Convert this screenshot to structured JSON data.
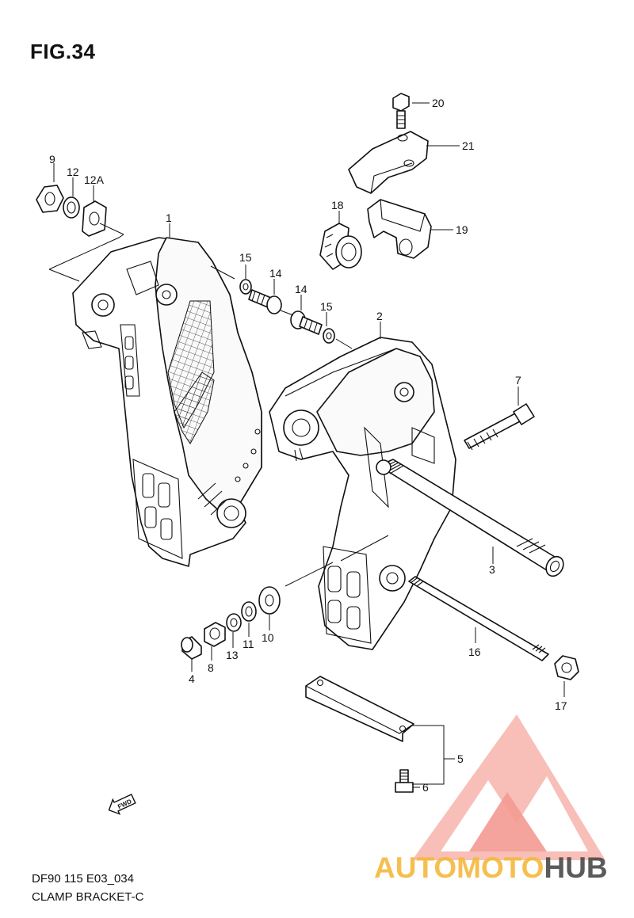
{
  "figure": {
    "title": "FIG.34"
  },
  "caption": {
    "code": "DF90 115 E03_034",
    "name": "CLAMP BRACKET-C"
  },
  "fwd_arrow": {
    "label": "FWD"
  },
  "parts": [
    {
      "id": "p1",
      "label": "1"
    },
    {
      "id": "p2",
      "label": "2"
    },
    {
      "id": "p3",
      "label": "3"
    },
    {
      "id": "p4",
      "label": "4"
    },
    {
      "id": "p5",
      "label": "5"
    },
    {
      "id": "p6",
      "label": "6"
    },
    {
      "id": "p7",
      "label": "7"
    },
    {
      "id": "p8",
      "label": "8"
    },
    {
      "id": "p9",
      "label": "9"
    },
    {
      "id": "p10",
      "label": "10"
    },
    {
      "id": "p11",
      "label": "11"
    },
    {
      "id": "p12",
      "label": "12"
    },
    {
      "id": "p12a",
      "label": "12A"
    },
    {
      "id": "p13",
      "label": "13"
    },
    {
      "id": "p14a",
      "label": "14"
    },
    {
      "id": "p14b",
      "label": "14"
    },
    {
      "id": "p15a",
      "label": "15"
    },
    {
      "id": "p15b",
      "label": "15"
    },
    {
      "id": "p16",
      "label": "16"
    },
    {
      "id": "p17",
      "label": "17"
    },
    {
      "id": "p18",
      "label": "18"
    },
    {
      "id": "p19",
      "label": "19"
    },
    {
      "id": "p20",
      "label": "20"
    },
    {
      "id": "p21",
      "label": "21"
    }
  ],
  "watermark": {
    "part1": "AUTOMOTO",
    "part2": "HUB",
    "color_primary": "#f08a80",
    "color_secondary": "#f4b93c",
    "color_dark": "#4a4a4a"
  }
}
